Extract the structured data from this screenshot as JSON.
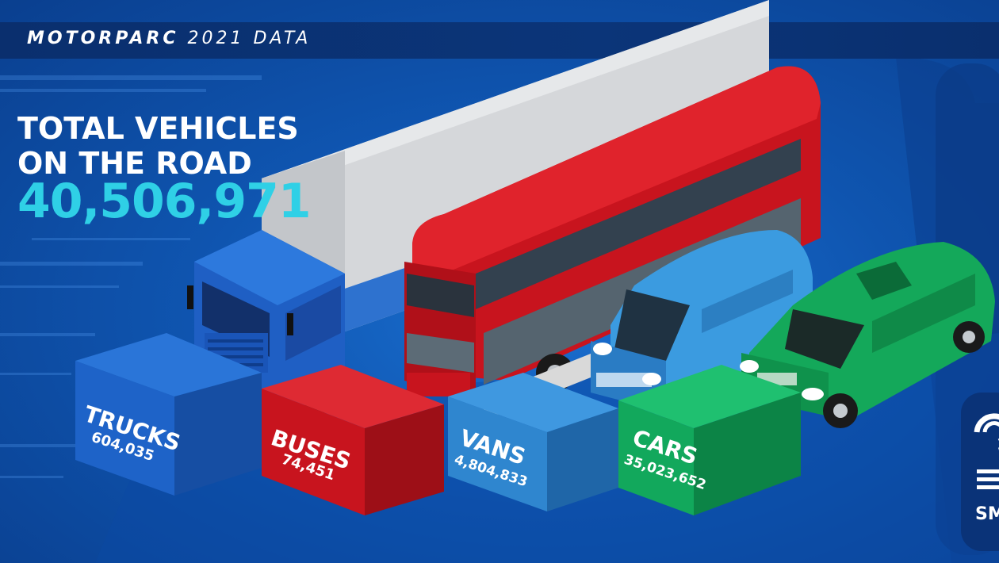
{
  "header": {
    "title_strong": "MOTORPARC",
    "title_light": "2021 DATA"
  },
  "total": {
    "label_line1": "TOTAL VEHICLES",
    "label_line2": "ON THE ROAD",
    "value": "40,506,971"
  },
  "categories": [
    {
      "name": "TRUCKS",
      "value": "604,035",
      "color": "#1e63c8"
    },
    {
      "name": "BUSES",
      "value": "74,451",
      "color": "#c8141e"
    },
    {
      "name": "VANS",
      "value": "4,804,833",
      "color": "#2f86cf"
    },
    {
      "name": "CARS",
      "value": "35,023,652",
      "color": "#12a85c"
    }
  ],
  "logo": {
    "text": "SM"
  },
  "colors": {
    "background": "#0f55b0",
    "accent_cyan": "#2fd0e6",
    "truck_blue": "#1e63c8",
    "bus_red": "#c8141e",
    "van_blue": "#3b9be0",
    "car_green": "#14a85a"
  }
}
